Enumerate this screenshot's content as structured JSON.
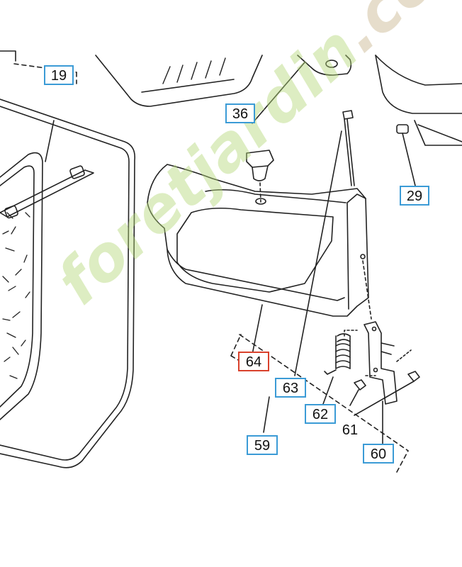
{
  "diagram": {
    "part_labels": [
      {
        "id": "19",
        "style": "boxed"
      },
      {
        "id": "36",
        "style": "boxed"
      },
      {
        "id": "29",
        "style": "boxed"
      },
      {
        "id": "64",
        "style": "boxed-red"
      },
      {
        "id": "63",
        "style": "boxed"
      },
      {
        "id": "62",
        "style": "boxed"
      },
      {
        "id": "61",
        "style": "plain"
      },
      {
        "id": "59",
        "style": "boxed"
      },
      {
        "id": "60",
        "style": "boxed"
      }
    ]
  },
  "watermark": {
    "main": "foretjardin",
    "tail": ".com"
  },
  "colors": {
    "label_border": "#3b9bd6",
    "label_border_highlight": "#d9412c",
    "line": "#222222",
    "watermark_green": "#b4d678"
  }
}
